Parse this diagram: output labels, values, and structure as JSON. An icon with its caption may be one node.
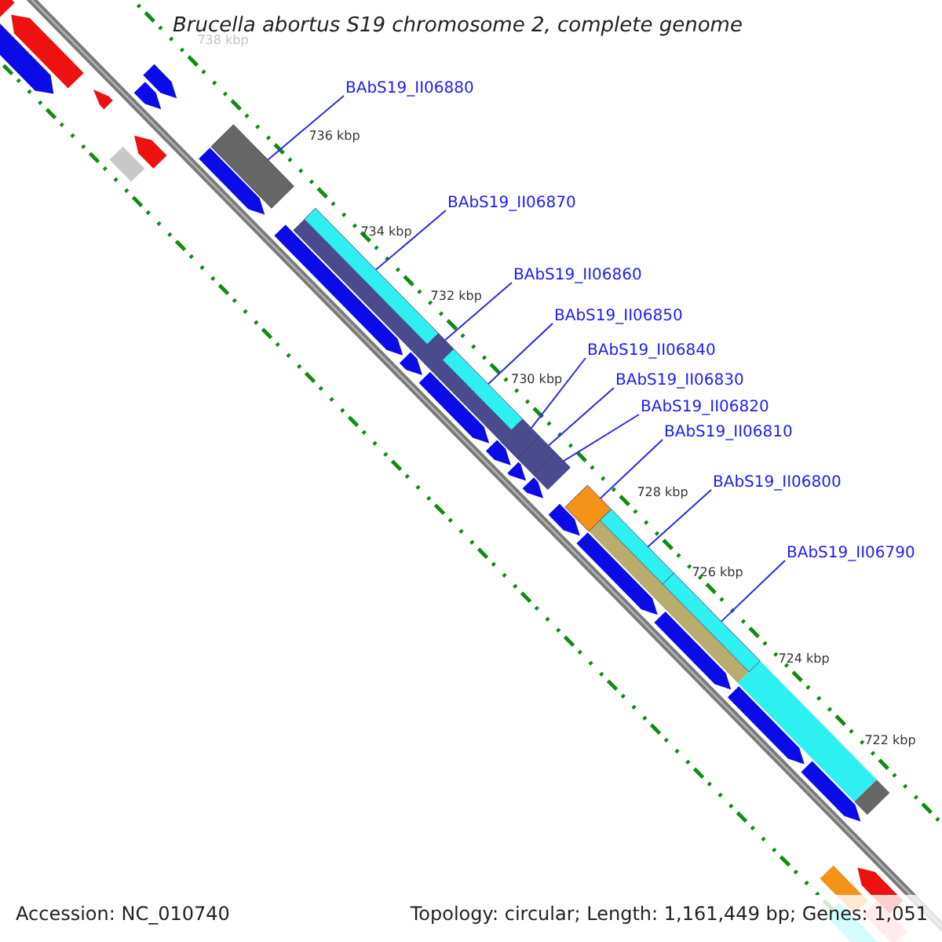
{
  "diagram": {
    "title": "Brucella abortus S19 chromosome 2, complete genome",
    "nodes": [
      {
        "text": [
          "BAbS19_II06880"
        ]
      },
      {
        "text": [
          "BAbS19_II06870"
        ]
      },
      {
        "text": [
          "BAbS19_II06860"
        ]
      },
      {
        "text": [
          "BAbS19_II06850"
        ]
      },
      {
        "text": [
          "BAbS19_II06840"
        ]
      },
      {
        "text": [
          "BAbS19_II06830"
        ]
      },
      {
        "text": [
          "BAbS19_II06820"
        ]
      },
      {
        "text": [
          "BAbS19_II06810"
        ]
      },
      {
        "text": [
          "BAbS19_II06800"
        ]
      },
      {
        "text": [
          "BAbS19_II06790"
        ]
      },
      {
        "text": [],
        "shape": "bar"
      },
      {
        "text": [],
        "shape": "bar"
      },
      {
        "text": [],
        "shape": "bar"
      },
      {
        "text": [],
        "shape": "bar"
      },
      {
        "text": [],
        "shape": "bar"
      },
      {
        "text": [],
        "shape": "bar"
      },
      {
        "text": [],
        "shape": "bar"
      },
      {
        "text": [],
        "shape": "bar"
      },
      {
        "text": [],
        "shape": "bar"
      },
      {
        "text": [],
        "shape": "bar"
      }
    ],
    "edges": [
      {
        "from": 0,
        "to": 10,
        "arrow": "none"
      },
      {
        "from": 1,
        "to": 11,
        "arrow": "none"
      },
      {
        "from": 2,
        "to": 12,
        "arrow": "none"
      },
      {
        "from": 3,
        "to": 13,
        "arrow": "none"
      },
      {
        "from": 4,
        "to": 14,
        "arrow": "none"
      },
      {
        "from": 5,
        "to": 15,
        "arrow": "none"
      },
      {
        "from": 6,
        "to": 16,
        "arrow": "none"
      },
      {
        "from": 7,
        "to": 17,
        "arrow": "none"
      },
      {
        "from": 8,
        "to": 18,
        "arrow": "none"
      },
      {
        "from": 9,
        "to": 19,
        "arrow": "none"
      }
    ],
    "labels": [
      "738 kbp",
      "736 kbp",
      "734 kbp",
      "732 kbp",
      "730 kbp",
      "728 kbp",
      "726 kbp",
      "724 kbp",
      "722 kbp",
      "Accession: NC_010740",
      "Topology: circular; Length: 1,161,449 bp; Genes: 1,051"
    ]
  }
}
